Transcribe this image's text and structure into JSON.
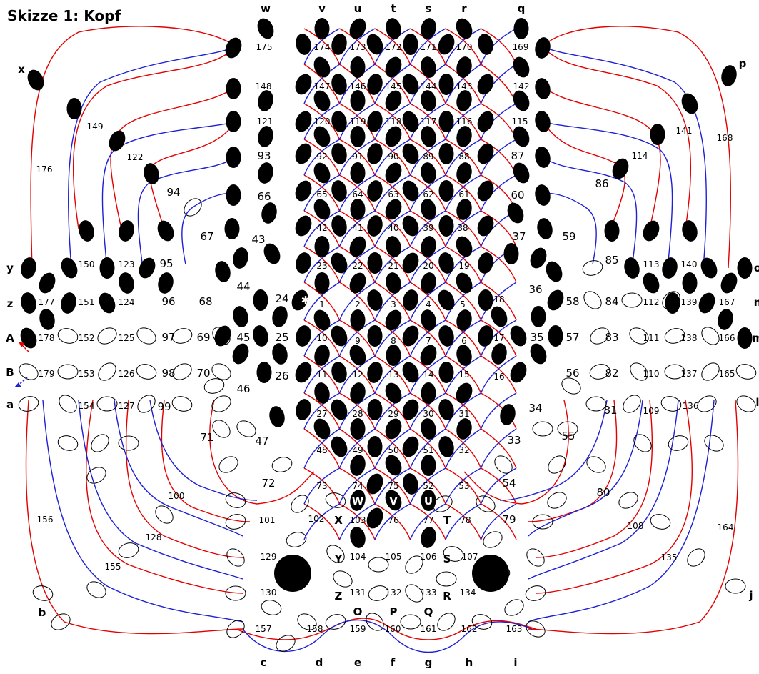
{
  "title": "Skizze 1: Kopf",
  "colors": {
    "red_thread": "#e30000",
    "blue_thread": "#1f1fd6",
    "pin_fill": "#000000",
    "open_pin_stroke": "#000000",
    "background": "#ffffff"
  },
  "top_letters": [
    "w",
    "v",
    "u",
    "t",
    "s",
    "r",
    "q"
  ],
  "bottom_letters": [
    "c",
    "d",
    "e",
    "f",
    "g",
    "h",
    "i"
  ],
  "left_letters": [
    "x",
    "y",
    "z",
    "A",
    "B",
    "a",
    "b"
  ],
  "right_letters": [
    "p",
    "j"
  ],
  "right_edge_partials": [
    "o",
    "n",
    "m",
    "l"
  ],
  "mid_letters": [
    "W",
    "V",
    "U",
    "X",
    "T",
    "Y",
    "S",
    "Z",
    "R",
    "O",
    "P",
    "Q"
  ],
  "star_marker": "✱",
  "pin_numbers": [
    "1",
    "2",
    "3",
    "4",
    "5",
    "6",
    "7",
    "8",
    "9",
    "10",
    "11",
    "12",
    "13",
    "14",
    "15",
    "16",
    "17",
    "18",
    "19",
    "20",
    "21",
    "22",
    "23",
    "24",
    "25",
    "26",
    "27",
    "28",
    "29",
    "30",
    "31",
    "32",
    "33",
    "34",
    "35",
    "36",
    "37",
    "38",
    "39",
    "40",
    "41",
    "42",
    "43",
    "44",
    "45",
    "46",
    "47",
    "48",
    "49",
    "50",
    "51",
    "52",
    "53",
    "54",
    "55",
    "56",
    "57",
    "58",
    "59",
    "60",
    "61",
    "62",
    "63",
    "64",
    "65",
    "66",
    "67",
    "68",
    "69",
    "70",
    "71",
    "72",
    "73",
    "74",
    "75",
    "76",
    "77",
    "78",
    "79",
    "80",
    "81",
    "82",
    "83",
    "84",
    "85",
    "86",
    "87",
    "88",
    "89",
    "90",
    "91",
    "92",
    "93",
    "94",
    "95",
    "96",
    "97",
    "98",
    "99",
    "100",
    "101",
    "102",
    "103",
    "104",
    "105",
    "106",
    "107",
    "108",
    "109",
    "110",
    "111",
    "112",
    "113",
    "114",
    "115",
    "116",
    "117",
    "118",
    "119",
    "120",
    "121",
    "122",
    "123",
    "124",
    "125",
    "126",
    "127",
    "128",
    "129",
    "130",
    "131",
    "132",
    "133",
    "134",
    "135",
    "136",
    "137",
    "138",
    "139",
    "140",
    "141",
    "142",
    "143",
    "144",
    "145",
    "146",
    "147",
    "148",
    "149",
    "150",
    "151",
    "152",
    "153",
    "154",
    "155",
    "156",
    "157",
    "158",
    "159",
    "160",
    "161",
    "162",
    "163",
    "164",
    "165",
    "166",
    "167",
    "168",
    "169",
    "170",
    "171",
    "172",
    "173",
    "174",
    "175",
    "176",
    "177",
    "178",
    "179"
  ]
}
